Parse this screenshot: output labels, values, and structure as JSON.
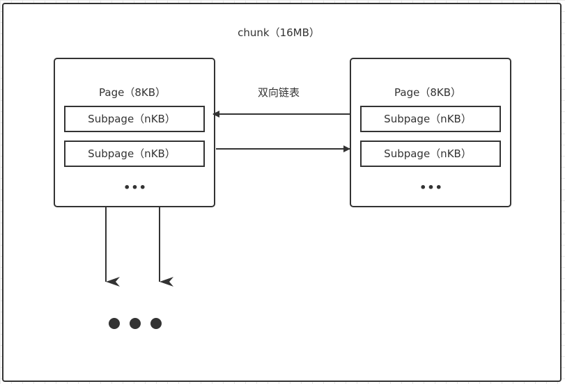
{
  "chunk": {
    "label": "chunk（16MB）"
  },
  "pages": [
    {
      "label": "Page（8KB）",
      "subpages": [
        "Subpage（nKB）",
        "Subpage（nKB）"
      ],
      "ellipsis": "•••"
    },
    {
      "label": "Page（8KB）",
      "subpages": [
        "Subpage（nKB）",
        "Subpage（nKB）"
      ],
      "ellipsis": "•••"
    }
  ],
  "link": {
    "label": "双向链表"
  },
  "colors": {
    "stroke": "#333333",
    "text": "#333333",
    "grid": "#e8e8e8",
    "fill": "#ffffff"
  }
}
